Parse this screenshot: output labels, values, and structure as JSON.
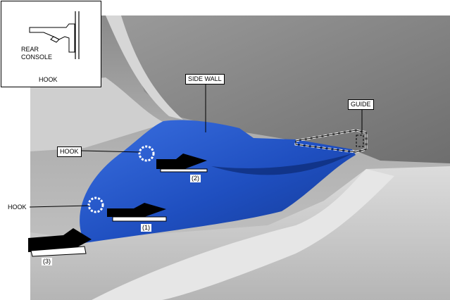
{
  "inset": {
    "label_line1": "REAR",
    "label_line2": "CONSOLE",
    "caption": "HOOK"
  },
  "callouts": {
    "side_wall": "SIDE WALL",
    "guide": "GUIDE",
    "hook_upper": "HOOK",
    "hook_lower": "HOOK"
  },
  "steps": {
    "step1": "(1)",
    "step2": "(2)",
    "step3": "(3)"
  },
  "colors": {
    "panel_blue": "#2255c4",
    "background_gray": "#a9a9a9"
  }
}
